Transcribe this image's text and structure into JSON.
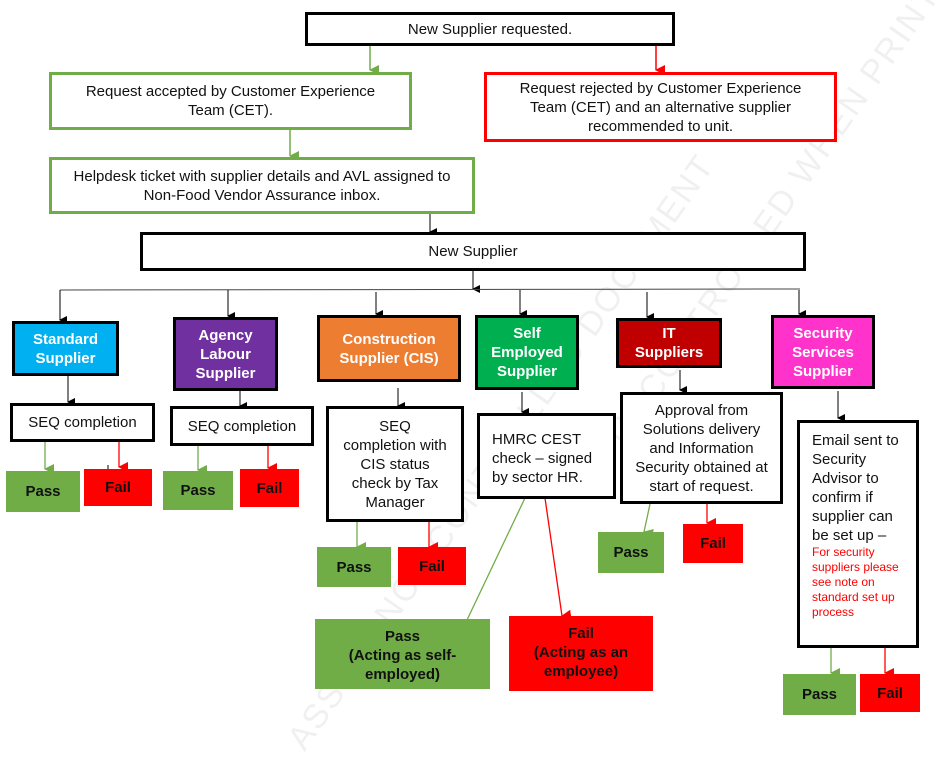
{
  "top": {
    "request": "New Supplier requested.",
    "accepted": "Request accepted by Customer Experience Team (CET).",
    "rejected": "Request rejected by Customer Experience Team (CET) and an alternative supplier recommended to unit.",
    "helpdesk": "Helpdesk ticket with supplier details and AVL assigned to Non-Food Vendor Assurance inbox.",
    "new_supplier": "New Supplier"
  },
  "categories": [
    {
      "label": "Standard Supplier",
      "color": "#00b0f0"
    },
    {
      "label": "Agency Labour Supplier",
      "color": "#7030a0"
    },
    {
      "label": "Construction Supplier (CIS)",
      "color": "#ed7d31"
    },
    {
      "label": "Self Employed Supplier",
      "color": "#00b050"
    },
    {
      "label": "IT Suppliers",
      "color": "#c00000"
    },
    {
      "label": "Security Services Supplier",
      "color": "#ff33cc"
    }
  ],
  "steps": {
    "standard": "SEQ completion",
    "agency": "SEQ completion",
    "construction": "SEQ completion with CIS status check by Tax Manager",
    "self_employed": "HMRC CEST check – signed by sector HR.",
    "it": "Approval from Solutions delivery and Information Security obtained at start of request.",
    "security": "Email sent to Security Advisor to confirm if supplier can be set up –",
    "security_note": "For security suppliers please see note on standard set up process"
  },
  "outcomes": {
    "pass": "Pass",
    "fail": "Fail",
    "self_pass_title": "Pass",
    "self_pass_detail": "(Acting as self-employed)",
    "self_fail_title": "Fail",
    "self_fail_detail": "(Acting as an employee)"
  },
  "colors": {
    "pass": "#70ad47",
    "fail": "#ff0000",
    "accept_line": "#70ad47",
    "reject_line": "#ff0000"
  },
  "watermark": {
    "text1": "ASSURANCE CONTROLLED DOCUMENT",
    "text2": "UNCONTROLLED WHEN PRINTED"
  }
}
